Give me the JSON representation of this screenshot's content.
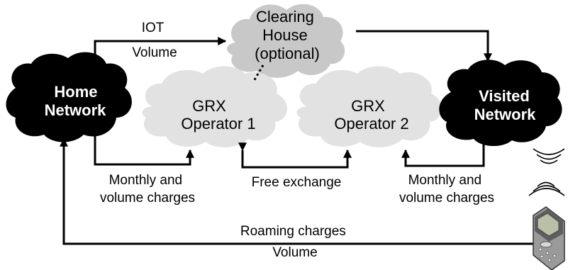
{
  "nodes": {
    "home": {
      "lines": [
        "Home",
        "Network"
      ],
      "fill": "#000000",
      "text_color": "#ffffff"
    },
    "visited": {
      "lines": [
        "Visited",
        "Network"
      ],
      "fill": "#000000",
      "text_color": "#ffffff"
    },
    "clearing": {
      "lines": [
        "Clearing",
        "House",
        "(optional)"
      ],
      "fill": "#c8c8c8",
      "text_color": "#000000"
    },
    "grx1": {
      "lines": [
        "GRX",
        "Operator 1"
      ],
      "fill": "#e2e2e2",
      "text_color": "#000000"
    },
    "grx2": {
      "lines": [
        "GRX",
        "Operator 2"
      ],
      "fill": "#e2e2e2",
      "text_color": "#000000"
    }
  },
  "edges": {
    "home_to_clearing": [
      "IOT",
      "Volume"
    ],
    "home_to_grx1": [
      "Monthly and",
      "volume charges"
    ],
    "grx_exchange": [
      "Free exchange"
    ],
    "visited_to_grx2": [
      "Monthly and",
      "volume charges"
    ],
    "phone_to_home": [
      "Roaming charges",
      "Volume"
    ]
  },
  "icons": [
    "phone-icon",
    "signal-waves-icon"
  ]
}
